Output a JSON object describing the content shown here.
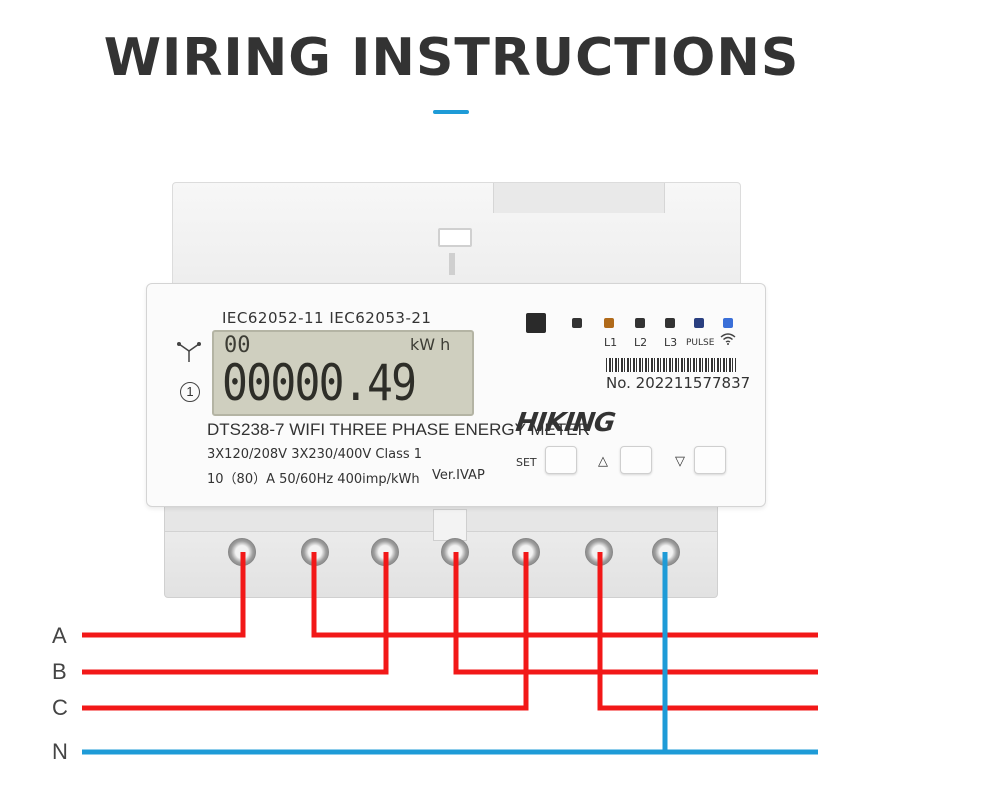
{
  "header": {
    "title": "WIRING INSTRUCTIONS"
  },
  "meter": {
    "standards": "IEC62052-11  IEC62053-21",
    "lcd": {
      "small_digits": "00",
      "unit": "kW  h",
      "reading": "00000.49"
    },
    "model": "DTS238-7  WIFI THREE PHASE ENERGY METER",
    "spec_line1": "3X120/208V  3X230/400V  Class 1",
    "spec_line2": "10（80）A    50/60Hz   400imp/kWh",
    "version": "Ver.IVAP",
    "brand": "HIKING",
    "serial": "No. 202211577837",
    "indicators": [
      {
        "label": "L1",
        "color": "#b06a1a"
      },
      {
        "label": "L2",
        "color": "#333333"
      },
      {
        "label": "L3",
        "color": "#333333"
      },
      {
        "label": "PULSE",
        "color": "#2a3f80"
      }
    ],
    "buttons": [
      {
        "label": "SET"
      },
      {
        "label": "△"
      },
      {
        "label": "▽"
      }
    ]
  },
  "wiring": {
    "phases": [
      "A",
      "B",
      "C",
      "N"
    ],
    "colors": {
      "phase": "#f21818",
      "neutral": "#1e9bd7"
    }
  }
}
